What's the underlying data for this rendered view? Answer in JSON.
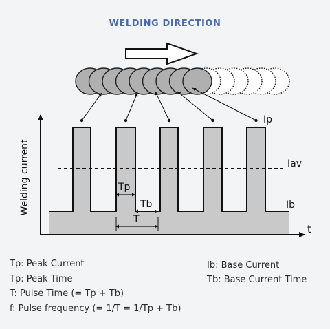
{
  "title": "WELDING DIRECTION",
  "axes": {
    "y_label": "Welding current",
    "x_label": "t"
  },
  "labels": {
    "ip": "Ip",
    "iav": "Iav",
    "ib": "Ib",
    "tp": "Tp",
    "tb": "Tb",
    "t": "T"
  },
  "legend": {
    "left": [
      "Tp: Peak Current",
      "Tp: Peak Time",
      "T: Pulse Time (= Tp + Tb)",
      "f: Pulse frequency (= 1/T = 1/Tp + Tb)"
    ],
    "right": [
      "Ib: Base Current",
      "Tb: Base Current Time"
    ]
  },
  "diagram": {
    "pulse_count": 5,
    "welded_spot_count": 9,
    "pending_spot_count": 6,
    "colors": {
      "title": "#4b6aa8",
      "pulse_fill": "#c9c9c9",
      "spot_fill": "#b0b0b0",
      "spot_pending": "#ffffff",
      "line": "#111111"
    }
  }
}
